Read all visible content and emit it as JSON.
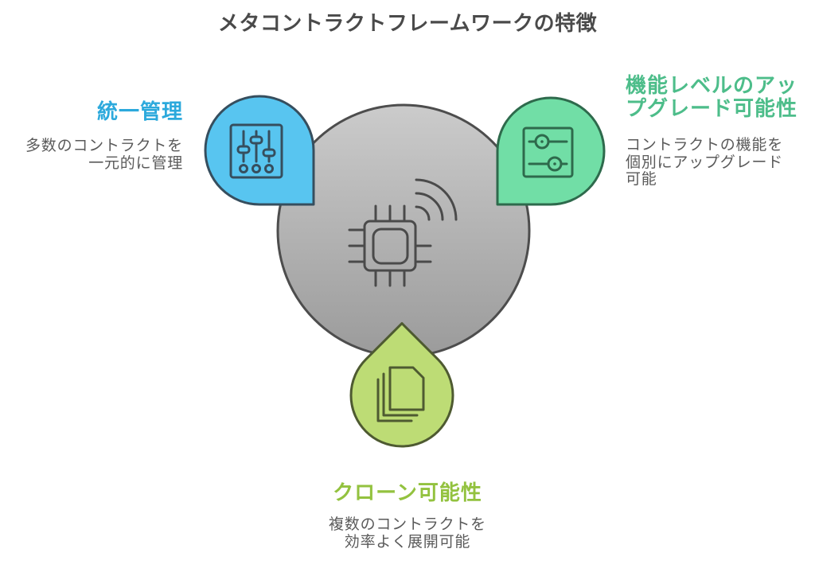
{
  "title": "メタコントラクトフレームワークの特徴",
  "colors": {
    "background": "#ffffff",
    "title_text": "#4a4a4a",
    "body_text": "#5a5a5a",
    "core_gradient_top": "#cbcbcb",
    "core_gradient_bottom": "#9b9b9b",
    "core_circle_stroke": "#4d4d4d",
    "chip_stroke": "#4a4a4a",
    "unified_fill": "#58c5f0",
    "unified_stroke": "#364e5e",
    "unified_heading": "#2ca9dc",
    "upgrade_fill": "#71dea6",
    "upgrade_stroke": "#2e6a4c",
    "upgrade_heading": "#4dbd8a",
    "clone_fill": "#bddc75",
    "clone_stroke": "#4e5a31",
    "clone_heading": "#93c23f"
  },
  "center": {
    "icon": "chip-wireless-icon"
  },
  "features": {
    "unified": {
      "heading": "統一管理",
      "description_lines": [
        "多数のコントラクトを",
        "一元的に管理"
      ],
      "icon": "sliders-icon"
    },
    "upgrade": {
      "heading_lines": [
        "機能レベルのアッ",
        "プグレード可能性"
      ],
      "description_lines": [
        "コントラクトの機能を",
        "個別にアップグレード",
        "可能"
      ],
      "icon": "toggles-icon"
    },
    "clone": {
      "heading": "クローン可能性",
      "description_lines": [
        "複数のコントラクトを",
        "効率よく展開可能"
      ],
      "icon": "documents-stack-icon"
    }
  }
}
